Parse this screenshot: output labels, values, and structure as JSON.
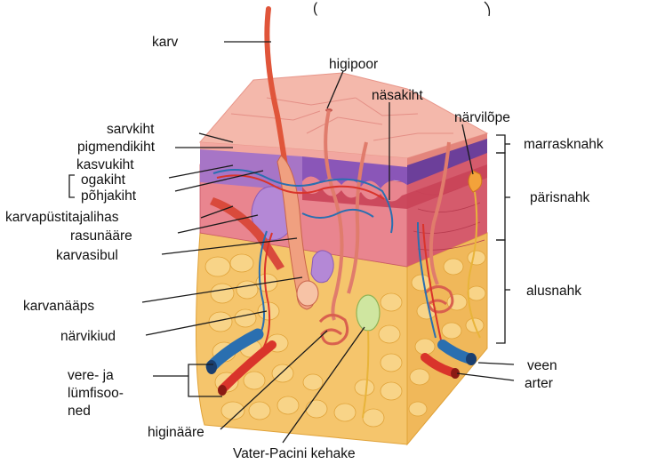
{
  "top_fragment": "(",
  "labels": {
    "karv": "karv",
    "higipoor": "higipoor",
    "nasakiht": "näsakiht",
    "narvilope": "närvilõpe",
    "sarvkiht": "sarvkiht",
    "pigmendikiht": "pigmendikiht",
    "kasvukiht": "kasvukiht",
    "ogakiht": "ogakiht",
    "pohjakiht": "põhjakiht",
    "karvapustitajalihas": "karvapüstitajalihas",
    "rasunaare": "rasunääre",
    "karvasibul": "karvasibul",
    "karvanaaps": "karvanääps",
    "narvikiud": "närvikiud",
    "vere_1": "vere- ja",
    "vere_2": "lümfisoo-",
    "vere_3": "ned",
    "higinaare": "higinääre",
    "vater_pacini": "Vater-Pacini kehake",
    "veen": "veen",
    "arter": "arter",
    "marrasknahk": "marrasknahk",
    "parisnahk": "pärisnahk",
    "alusnahk": "alusnahk"
  },
  "colors": {
    "epidermis": "#f2a7a0",
    "epidermis_top": "#f7c2b6",
    "pigment": "#7a4aa8",
    "dermis": "#e9858f",
    "dermis_side": "#d55b6c",
    "fat": "#f5c56c",
    "fat_outline": "#e0a238",
    "hair": "#e0553a",
    "vein": "#2a6fb0",
    "artery": "#d9342b",
    "gland": "#b488d6",
    "pacini": "#cfe6a0"
  }
}
